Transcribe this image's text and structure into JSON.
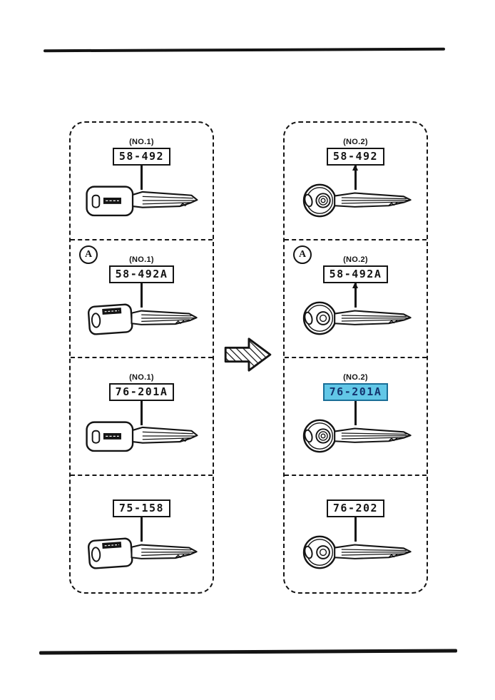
{
  "colors": {
    "ink": "#141414",
    "paper": "#ffffff",
    "highlight_bg": "#62c7e7",
    "highlight_border": "#1a6e97",
    "highlight_text": "#14336e"
  },
  "arrow": {
    "icon": "block-arrow-right",
    "direction": "right"
  },
  "columns": {
    "left": {
      "panels": [
        {
          "no_label": "(NO.1)",
          "part_number": "58-492",
          "key_icon": "square-head-key",
          "highlighted": false
        },
        {
          "marker": "A",
          "no_label": "(NO.1)",
          "part_number": "58-492A",
          "key_icon": "square-head-key",
          "highlighted": false
        },
        {
          "no_label": "(NO.1)",
          "part_number": "76-201A",
          "key_icon": "square-head-key",
          "highlighted": false
        },
        {
          "part_number": "75-158",
          "key_icon": "square-head-key",
          "highlighted": false
        }
      ]
    },
    "right": {
      "panels": [
        {
          "no_label": "(NO.2)",
          "part_number": "58-492",
          "key_icon": "round-head-key",
          "highlighted": false
        },
        {
          "marker": "A",
          "no_label": "(NO.2)",
          "part_number": "58-492A",
          "key_icon": "round-head-key",
          "highlighted": false
        },
        {
          "no_label": "(NO.2)",
          "part_number": "76-201A",
          "key_icon": "round-head-key",
          "highlighted": true
        },
        {
          "part_number": "76-202",
          "key_icon": "round-head-key",
          "highlighted": false
        }
      ]
    }
  }
}
